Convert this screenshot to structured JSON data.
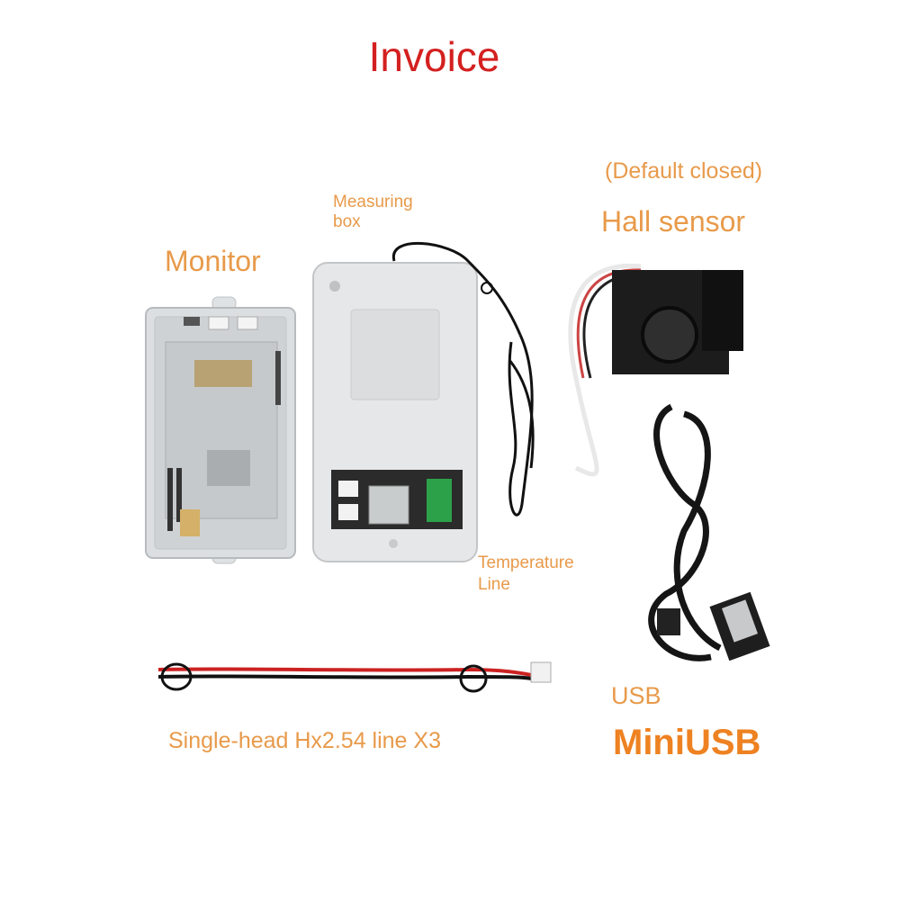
{
  "title": "Invoice",
  "labels": {
    "default_closed": "(Default closed)",
    "hall_sensor": "Hall sensor",
    "monitor": "Monitor",
    "measuring_box_line1": "Measuring",
    "measuring_box_line2": "box",
    "temperature_line1": "Temperature",
    "temperature_line2": "Line",
    "usb": "USB",
    "miniusb": "MiniUSB",
    "single_head_cable": "Single-head Hx2.54 line X3"
  },
  "colors": {
    "title": "#d42020",
    "label": "#e89a4a",
    "miniusb": "#ee8222"
  }
}
